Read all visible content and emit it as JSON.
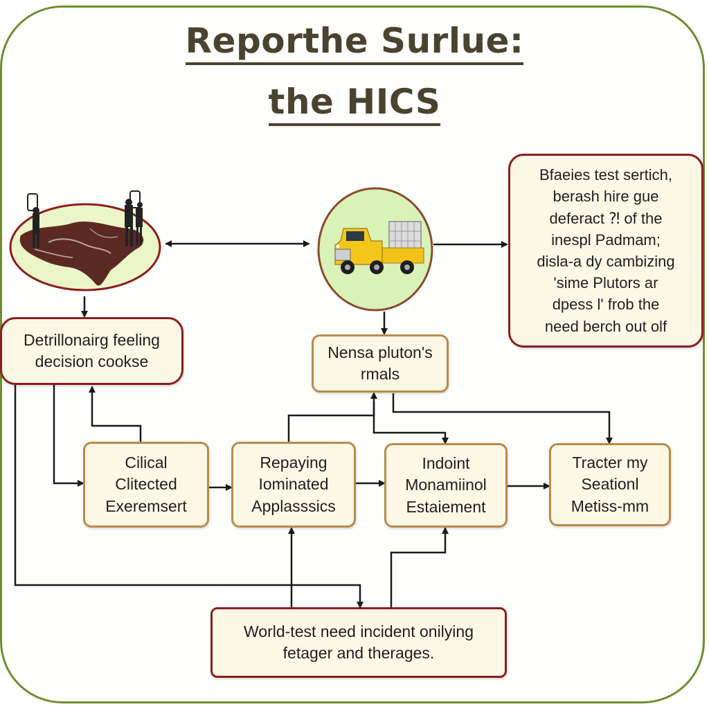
{
  "title": {
    "line1": "Reporthe Surlue:",
    "line2": "the HICS"
  },
  "nodes": {
    "decision": "Detrillonairg feeling\ndecision cookse",
    "plutons": "Nensa pluton's\nrmals",
    "note": "Bfaeies test sertich,\nberash hire gue\ndeferact ⁈ of the\ninespl Padmam;\ndisla-a dy cambizing\n'sime Plutors ar\ndpess l' frob the\nneed berch out olf",
    "clinical": "Cilical\nClitected\nExeremsert",
    "repaying": "Repaying\nIominated\nApplasssics",
    "indoint": "Indoint\nMonamiinol\nEstaiement",
    "tracter": "Tracter my\nSeationl\nMetiss-mm",
    "world": "World-test need incident onilying\nfetager and therages."
  },
  "icons": {
    "map": "map-with-figures-icon",
    "truck": "yellow-truck-icon"
  },
  "colors": {
    "frame": "#6d8f2e",
    "title": "#4a4330",
    "circle_fill": "#ecf5c7",
    "truck_circle_fill": "#d8f2b8",
    "box_fill": "#fdf8e6"
  }
}
